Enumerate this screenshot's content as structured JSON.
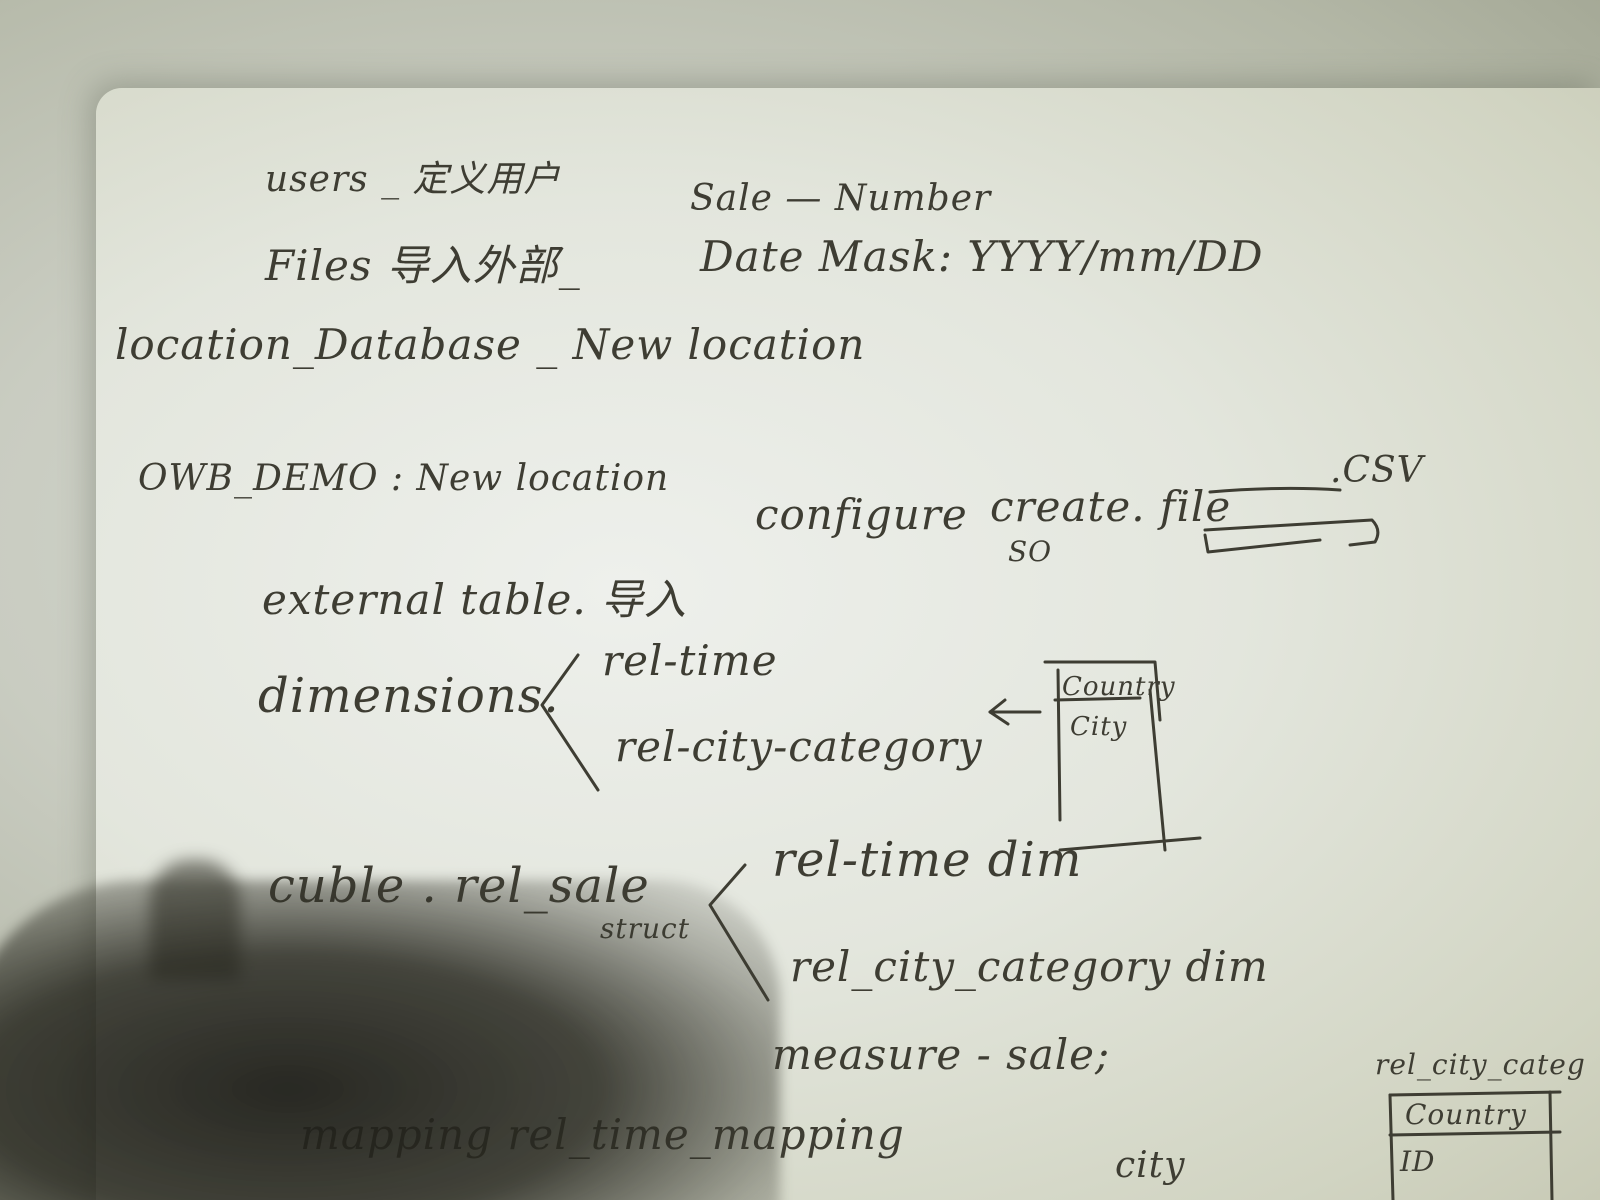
{
  "notes": {
    "line_users": "users _ 定义用户",
    "line_sale_number": "Sale — Number",
    "line_files": "Files 导入外部_",
    "line_date_mask": "Date Mask: YYYY/mm/DD",
    "line_location": "location_Database _ New location",
    "line_owb_demo": "OWB_DEMO : New location",
    "line_configure": "configure",
    "line_create_file": "create. file",
    "line_csv": ".CSV",
    "line_so": "SO",
    "line_external": "external table. 导入",
    "line_dimensions": "dimensions.",
    "line_rel_time": "rel-time",
    "line_rel_city_category": "rel-city-category",
    "box_country": "Country",
    "box_city": "City",
    "line_cube": "cuble . rel_sale",
    "line_struct": "struct",
    "line_rel_time_dim": "rel-time dim",
    "line_rel_city_category_dim": "rel_city_category dim",
    "line_measure": "measure - sale;",
    "line_mapping": "mapping rel_time_mapping",
    "line_city_bottom": "city",
    "box2_title": "rel_city_categ",
    "box2_country": "Country",
    "box2_id": "ID"
  },
  "colors": {
    "ink": "#3e3d33",
    "paper": "#e3e6dd",
    "background": "#b9bcaf",
    "shadow": "#2a2a22"
  }
}
